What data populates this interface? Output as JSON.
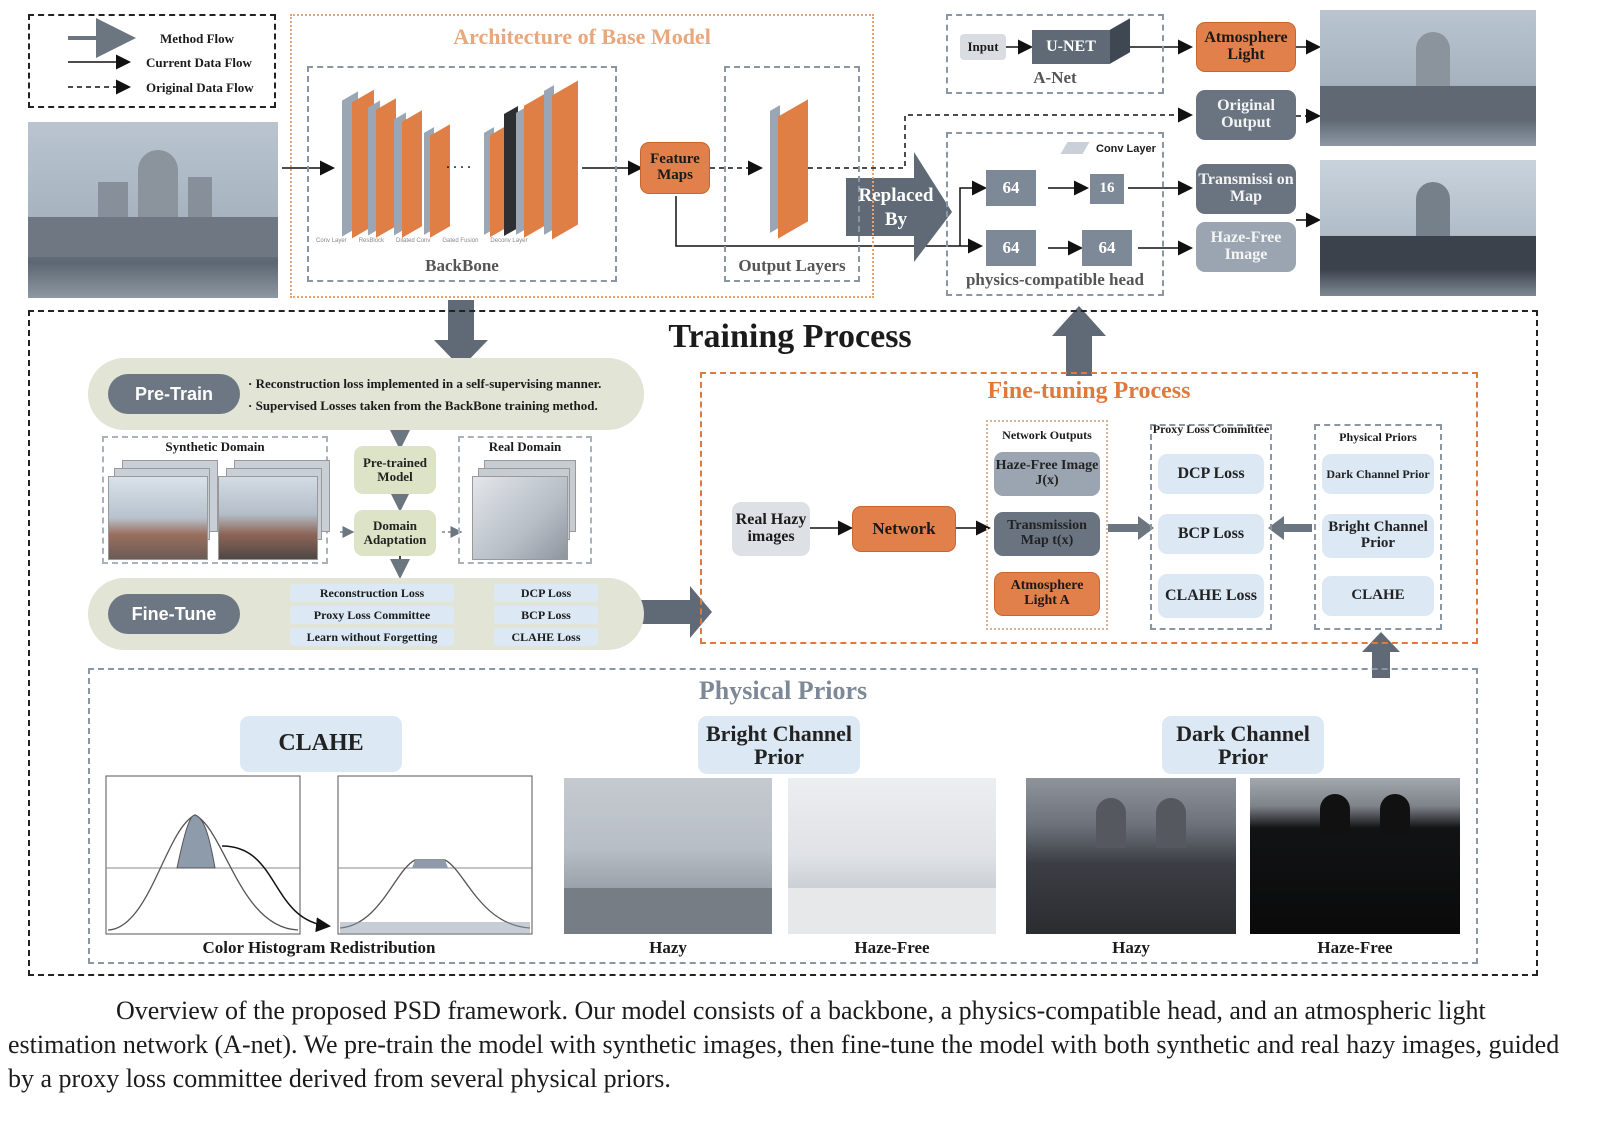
{
  "legend": {
    "method_flow": "Method Flow",
    "current_data_flow": "Current Data Flow",
    "original_data_flow": "Original Data Flow"
  },
  "base_model": {
    "title": "Architecture of Base Model",
    "backbone_label": "BackBone",
    "output_layers_label": "Output Layers",
    "feature_maps": "Feature Maps",
    "dots": "· · · ·",
    "layer_legend": [
      "Conv Layer",
      "ResBlock",
      "Dilated Conv",
      "Gated Fusion",
      "Deconv Layer"
    ]
  },
  "anet": {
    "input": "Input",
    "unet": "U-NET",
    "label": "A-Net",
    "atmosphere_light": "Atmosphere Light"
  },
  "replaced_by": "Replaced By",
  "head": {
    "conv_layer": "Conv Layer",
    "c1": "64",
    "c2": "16",
    "c3": "64",
    "c4": "64",
    "label": "physics-compatible head"
  },
  "outputs": {
    "original_output": "Original Output",
    "transmission_map": "Transmissi on Map",
    "haze_free_image": "Haze-Free Image"
  },
  "training": {
    "title": "Training Process",
    "pretrain_label": "Pre-Train",
    "pretrain_bullets": [
      "· Reconstruction loss implemented in a self-supervising manner.",
      "· Supervised Losses taken from the BackBone training method."
    ],
    "synthetic_domain": "Synthetic Domain",
    "real_domain": "Real Domain",
    "pretrained_model": "Pre-trained Model",
    "domain_adaptation": "Domain Adaptation",
    "finetune_label": "Fine-Tune",
    "finetune_items": [
      "Reconstruction Loss",
      "Proxy Loss Committee",
      "Learn without Forgetting"
    ],
    "committee_items": [
      "DCP Loss",
      "BCP Loss",
      "CLAHE Loss"
    ]
  },
  "finetuning": {
    "title": "Fine-tuning Process",
    "real_hazy": "Real Hazy images",
    "network": "Network",
    "network_outputs_title": "Network Outputs",
    "haze_free": "Haze-Free Image  J(x)",
    "transmission": "Transmission Map t(x)",
    "atmosphere": "Atmosphere Light A",
    "proxy_title": "Proxy Loss Committee",
    "dcp_loss": "DCP Loss",
    "bcp_loss": "BCP Loss",
    "clahe_loss": "CLAHE Loss",
    "priors_title": "Physical Priors",
    "dark_channel": "Dark Channel Prior",
    "bright_channel": "Bright Channel Prior",
    "clahe": "CLAHE"
  },
  "physical_priors": {
    "title": "Physical Priors",
    "clahe": "CLAHE",
    "bright": "Bright Channel Prior",
    "dark": "Dark Channel Prior",
    "histogram_caption": "Color Histogram Redistribution",
    "hazy1": "Hazy",
    "hazefree1": "Haze-Free",
    "hazy2": "Hazy",
    "hazefree2": "Haze-Free"
  },
  "caption": "Overview of the proposed PSD framework. Our model consists of a backbone, a physics-compatible head, and an atmospheric light estimation network (A-net). We pre-train the model with synthetic images, then fine-tune the model with both synthetic and real hazy images, guided by a proxy loss committee derived from several physical priors."
}
